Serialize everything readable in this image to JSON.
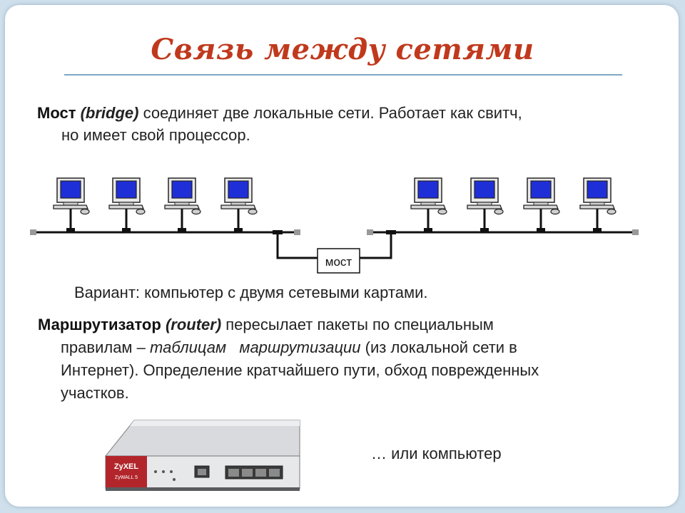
{
  "title": "Связь между сетями",
  "bridge_para": {
    "term": "Мост",
    "term_en": "(bridge)",
    "line1_rest": " соединяет две локальные сети. Работает как свитч,",
    "line2": "но имеет свой процессор."
  },
  "diagram": {
    "bridge_label": "мост"
  },
  "variant_text": "Вариант: компьютер с двумя сетевыми картами.",
  "router_para": {
    "term": "Маршрутизатор",
    "term_en": "(router)",
    "line1_rest": " пересылает пакеты по специальным",
    "line2_a": "правилам – ",
    "line2_italic": "таблицам   маршрутизации",
    "line2_b": " (из локальной сети в",
    "line3": "Интернет). Определение кратчайшего пути, обход поврежденных",
    "line4": "участков."
  },
  "router_device": {
    "brand": "ZyXEL",
    "model": "ZyWALL 5"
  },
  "or_computer": "… или компьютер",
  "colors": {
    "title": "#c0391d",
    "screen": "#1f2fd8",
    "rule": "#7fa6c4"
  }
}
